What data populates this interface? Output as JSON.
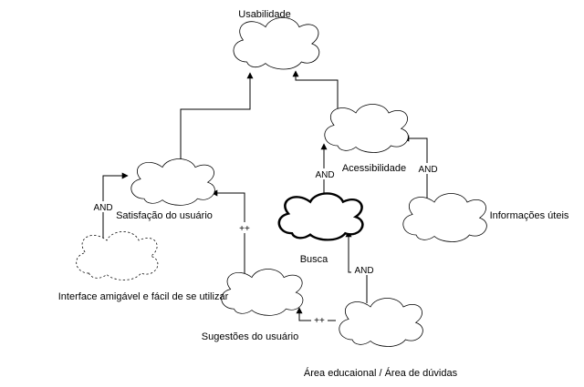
{
  "nodes": {
    "usabilidade": "Usabilidade",
    "acessibilidade": "Acessibilidade",
    "satisfacao": "Satisfação do usuário",
    "informacoes": "Informações úteis",
    "busca": "Busca",
    "interface": "Interface amigável e fácil de se utilizar",
    "sugestoes": "Sugestões do usuário",
    "area": "Área educaional / Área de dúvidas"
  },
  "edge_labels": {
    "and_interface": "AND",
    "and_busca": "AND",
    "and_informacoes": "AND",
    "and_area": "AND",
    "plus_sugestoes": "++",
    "plus_area": "++"
  }
}
